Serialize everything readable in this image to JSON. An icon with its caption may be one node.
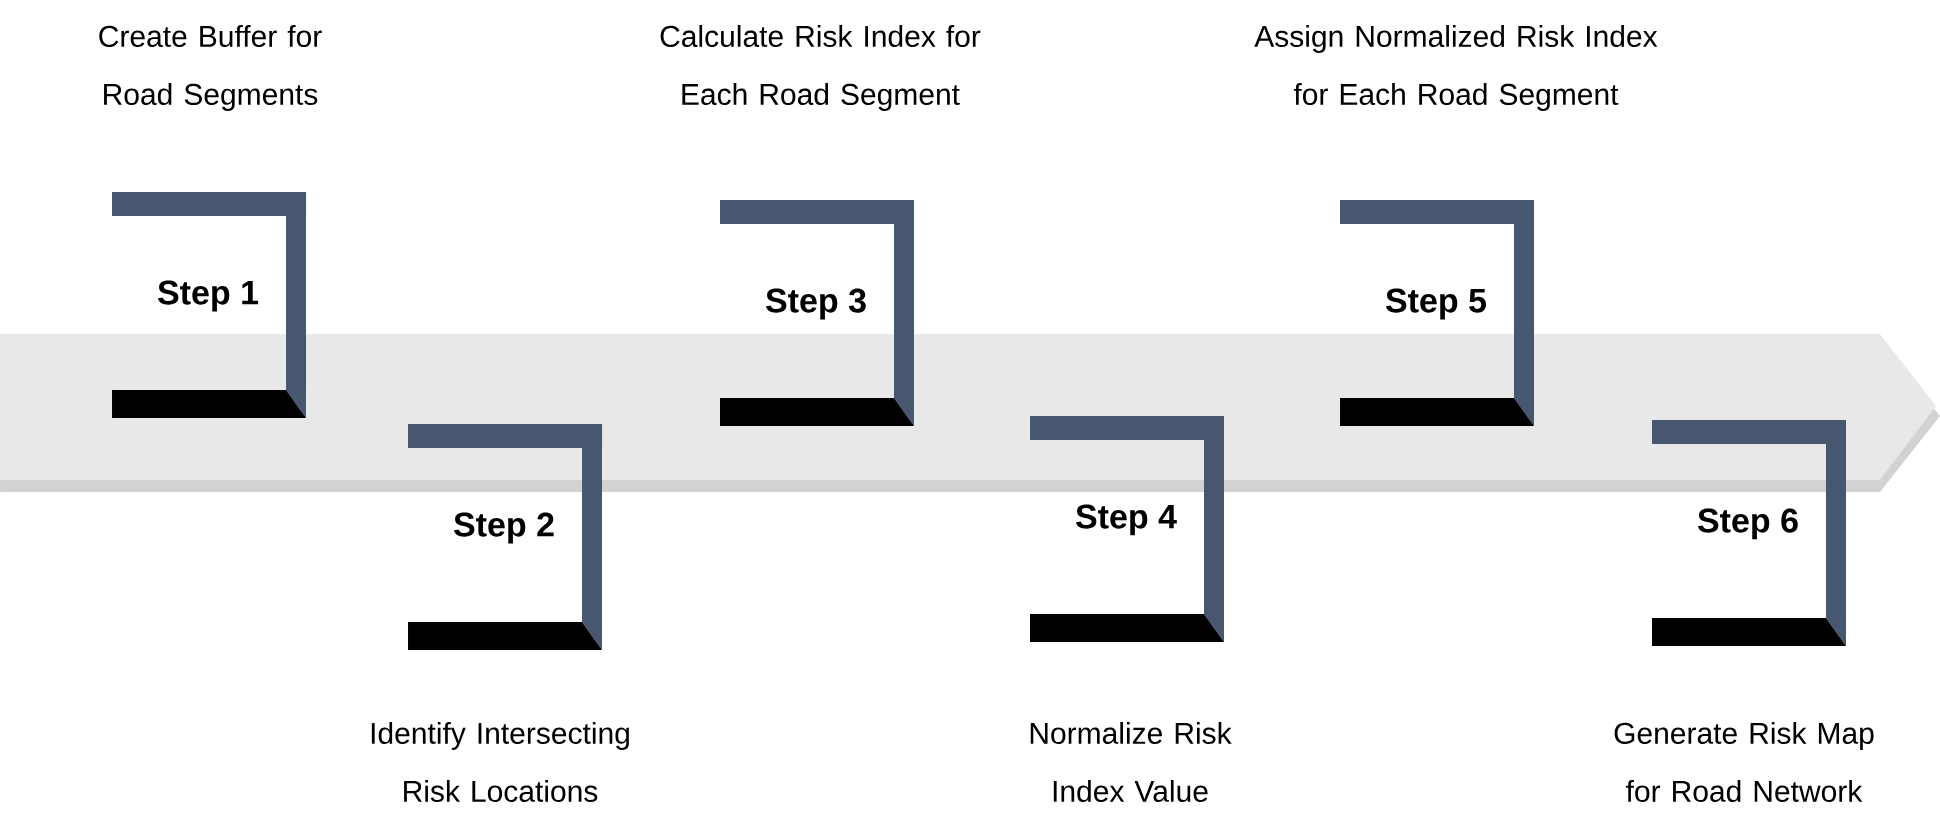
{
  "diagram": {
    "nodes": [
      {
        "text": [
          "Create Buffer for Road Segments",
          "Step 1"
        ]
      },
      {
        "text": [
          "Step 2",
          "Identify Intersecting Risk Locations"
        ]
      },
      {
        "text": [
          "Calculate Risk Index for Each Road Segment",
          "Step 3"
        ]
      },
      {
        "text": [
          "Step 4",
          "Normalize Risk Index Value"
        ]
      },
      {
        "text": [
          "Assign Normalized Risk Index for Each Road Segment",
          "Step 5"
        ]
      },
      {
        "text": [
          "Step 6",
          "Generate Risk Map for Road Network"
        ]
      }
    ]
  }
}
